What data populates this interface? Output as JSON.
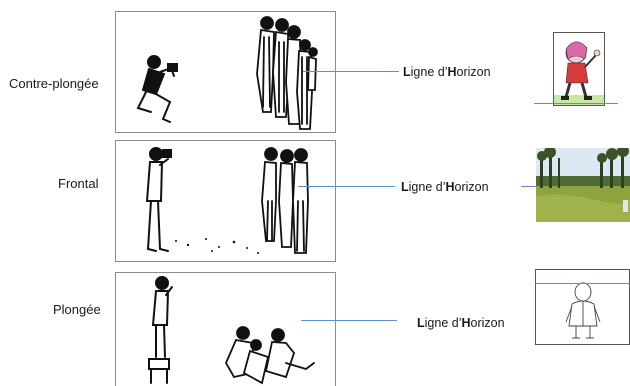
{
  "colors": {
    "horizon_line": "#5b8fd6",
    "panel_border": "#8c8c8c",
    "ink": "#111111"
  },
  "rows": [
    {
      "label": "Contre-plongée",
      "horizon": {
        "initial_1": "L",
        "text_1": "igne d’",
        "initial_2": "H",
        "text_2": "orizon"
      },
      "thumbnail": "cartoon-girl-thumbs-up"
    },
    {
      "label": "Frontal",
      "horizon": {
        "initial_1": "L",
        "text_1": "igne d’",
        "initial_2": "H",
        "text_2": "orizon"
      },
      "thumbnail": "forest-clearing-photo"
    },
    {
      "label": "Plongée",
      "horizon": {
        "initial_1": "L",
        "text_1": "igne d’",
        "initial_2": "H",
        "text_2": "orizon"
      },
      "thumbnail": "man-seen-from-above"
    }
  ]
}
